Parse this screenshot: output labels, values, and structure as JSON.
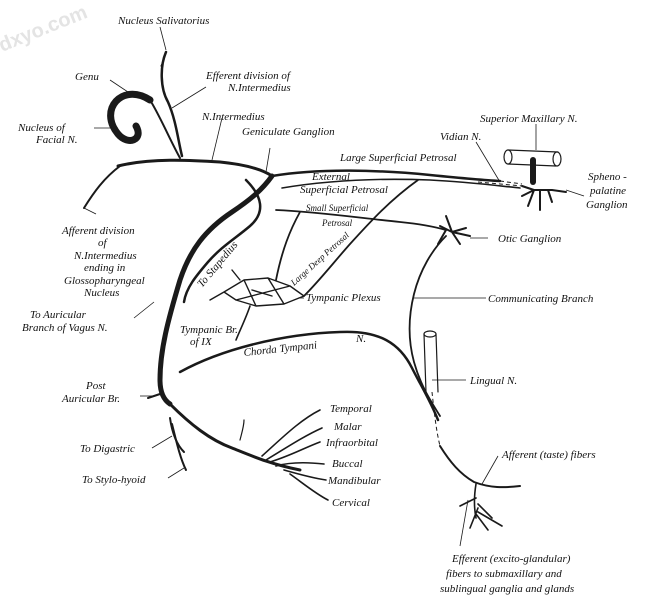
{
  "watermark": "dxyo.com",
  "labels": {
    "nucleus_salivatorius": "Nucleus Salivatorius",
    "efferent_division": "Efferent division of",
    "efferent_division_2": "N.Intermedius",
    "genu": "Genu",
    "nucleus_facial": "Nucleus of",
    "nucleus_facial_2": "Facial N.",
    "n_intermedius": "N.Intermedius",
    "geniculate": "Geniculate Ganglion",
    "superior_maxillary": "Superior Maxillary N.",
    "vidian": "Vidian N.",
    "large_superficial": "Large Superficial Petrosal",
    "spheno": "Spheno -",
    "spheno_2": "palatine",
    "spheno_3": "Ganglion",
    "external": "External",
    "external_2": "Superficial Petrosal",
    "small_superficial": "Small Superficial",
    "petrosal": "Petrosal",
    "large_deep": "Large Deep Petrosal",
    "otic": "Otic Ganglion",
    "afferent_division": "Afferent division",
    "afferent_division_2": "of",
    "afferent_division_3": "N.Intermedius",
    "afferent_division_4": "ending in",
    "afferent_division_5": "Glossopharyngeal",
    "afferent_division_6": "Nucleus",
    "to_stapedius": "To Stapedius",
    "tympanic_plexus": "Tympanic Plexus",
    "communicating": "Communicating Branch",
    "to_auricular": "To Auricular",
    "to_auricular_2": "Branch of Vagus N.",
    "tympanic_br": "Tympanic Br.",
    "tympanic_br_2": "of IX",
    "chorda": "Chorda Tympani",
    "chorda_n": "N.",
    "lingual": "Lingual N.",
    "post_auricular": "Post",
    "post_auricular_2": "Auricular Br.",
    "temporal": "Temporal",
    "malar": "Malar",
    "infraorbital": "Infraorbital",
    "buccal": "Buccal",
    "mandibular": "Mandibular",
    "cervical": "Cervical",
    "to_digastric": "To Digastric",
    "to_stylohyoid": "To Stylo-hyoid",
    "afferent_taste": "Afferent (taste) fibers",
    "efferent_glandular": "Efferent (excito-glandular)",
    "efferent_glandular_2": "fibers to submaxillary and",
    "efferent_glandular_3": "sublingual ganglia and glands"
  }
}
